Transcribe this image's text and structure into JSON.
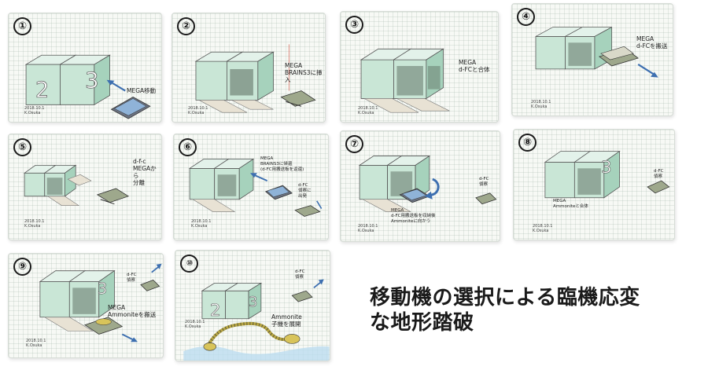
{
  "panels": [
    {
      "num": "①",
      "labels": [
        "MEGA移動"
      ],
      "sig": [
        "2018.10.1",
        "K.Osuka"
      ]
    },
    {
      "num": "②",
      "labels": [
        "MEGA\nBRAINS3に挿入"
      ],
      "sig": [
        "2018.10.1",
        "K.Osuka"
      ]
    },
    {
      "num": "③",
      "labels": [
        "MEGA\nd-FCと合体"
      ],
      "sig": [
        "2018.10.1",
        "K.Osuka"
      ]
    },
    {
      "num": "④",
      "labels": [
        "MEGA\nd-FCを搬送"
      ],
      "sig": [
        "2018.10.1",
        "K.Osuka"
      ]
    },
    {
      "num": "⑤",
      "labels": [
        "d-f-c\nMEGAから\n分離"
      ],
      "sig": [
        "2018.10.1",
        "K.Osuka"
      ]
    },
    {
      "num": "⑥",
      "labels": [
        "MEGA\nBRAINS3に帰還\n(d-FC用搬送板を返還)",
        "d-FC\n偵察に\n出発"
      ],
      "sig": [
        "2018.10.1",
        "K.Osuka"
      ]
    },
    {
      "num": "⑦",
      "labels": [
        "MEGA\nd-FC用搬送板を収納後\nAmmoniteに向かう",
        "d-FC\n偵察"
      ],
      "sig": [
        "2018.10.1",
        "K.Osuka"
      ]
    },
    {
      "num": "⑧",
      "labels": [
        "d-FC\n偵察",
        "MEGA\nAmmoniteと合体"
      ],
      "sig": [
        "2018.10.1",
        "K.Osuka"
      ]
    },
    {
      "num": "⑨",
      "labels": [
        "d-FC\n偵察",
        "MEGA\nAmmoniteを搬送"
      ],
      "sig": [
        "2018.10.1",
        "K.Osuka"
      ]
    },
    {
      "num": "⑩",
      "labels": [
        "d-FC\n偵察",
        "Ammonite\n子機を展開"
      ],
      "sig": [
        "2018.10.1",
        "K.Osuka"
      ]
    }
  ],
  "headline": [
    "移動機の選択による臨機応変",
    "な地形踏破"
  ],
  "colors": {
    "box_front": "#c9e6d6",
    "box_side": "#a6d2bc",
    "box_top": "#e3f2ea",
    "robot": "#9ea88c",
    "arrow": "#3d6fb0",
    "water": "#bcdcf0"
  }
}
